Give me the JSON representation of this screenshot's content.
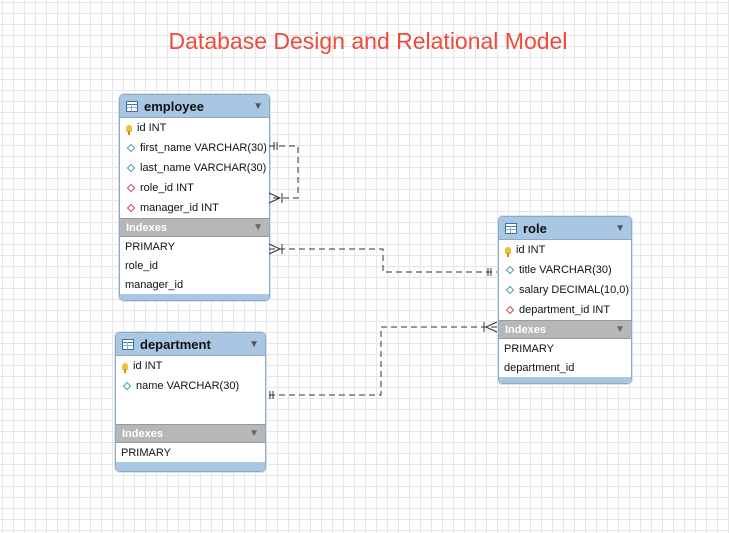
{
  "diagram": {
    "title": "Database Design and Relational Model",
    "colors": {
      "title": "#f04a3a",
      "header": "#a9c6e2",
      "indexes_bar": "#b7b7b7",
      "connector": "#333333"
    }
  },
  "tables": {
    "employee": {
      "name": "employee",
      "columns": [
        {
          "text": "id INT",
          "icon": "primary-key-icon"
        },
        {
          "text": "first_name VARCHAR(30)",
          "icon": "column-diamond-icon"
        },
        {
          "text": "last_name VARCHAR(30)",
          "icon": "column-diamond-icon"
        },
        {
          "text": "role_id INT",
          "icon": "foreign-key-diamond-icon"
        },
        {
          "text": "manager_id INT",
          "icon": "foreign-key-diamond-icon"
        }
      ],
      "indexes_label": "Indexes",
      "indexes": [
        "PRIMARY",
        "role_id",
        "manager_id"
      ]
    },
    "role": {
      "name": "role",
      "columns": [
        {
          "text": "id INT",
          "icon": "primary-key-icon"
        },
        {
          "text": "title VARCHAR(30)",
          "icon": "column-diamond-icon"
        },
        {
          "text": "salary DECIMAL(10,0)",
          "icon": "column-diamond-icon"
        },
        {
          "text": "department_id INT",
          "icon": "foreign-key-diamond-icon"
        }
      ],
      "indexes_label": "Indexes",
      "indexes": [
        "PRIMARY",
        "department_id"
      ]
    },
    "department": {
      "name": "department",
      "columns": [
        {
          "text": "id INT",
          "icon": "primary-key-icon"
        },
        {
          "text": "name VARCHAR(30)",
          "icon": "column-diamond-icon"
        }
      ],
      "indexes_label": "Indexes",
      "indexes": [
        "PRIMARY"
      ]
    }
  },
  "relationships": [
    {
      "from": "employee.manager_id",
      "to": "employee.id",
      "type": "many-to-one",
      "style": "dashed"
    },
    {
      "from": "employee.role_id",
      "to": "role.id",
      "type": "many-to-one",
      "style": "dashed"
    },
    {
      "from": "role.department_id",
      "to": "department.id",
      "type": "many-to-one",
      "style": "dashed"
    }
  ]
}
